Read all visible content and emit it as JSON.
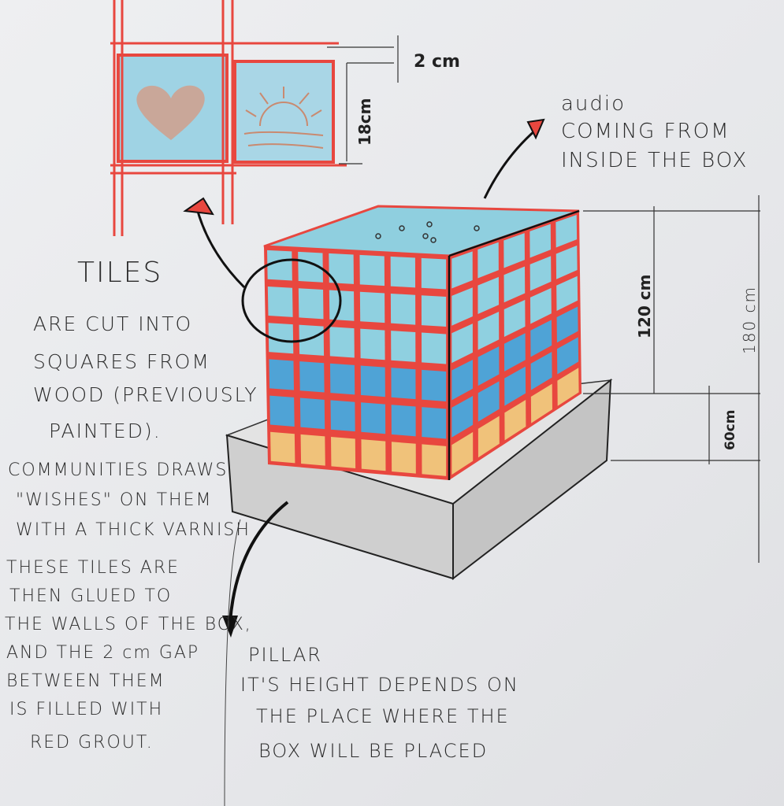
{
  "dimensions": {
    "gap": "2 cm",
    "tile_size": "18cm",
    "box_height": "120 cm",
    "total_height": "180 cm",
    "pillar_height": "60cm"
  },
  "audio_note": [
    "audio",
    "COMING FROM",
    "INSIDE THE BOX"
  ],
  "tiles_title": "TILES",
  "tiles_note": [
    "ARE CUT INTO",
    "SQUARES FROM",
    "WOOD (PREVIOUSLY",
    "PAINTED)."
  ],
  "wishes_note": [
    "COMMUNITIES DRAWS",
    "\"WISHES\" ON THEM",
    "WITH A THICK VARNISH"
  ],
  "glue_note": [
    "THESE TILES ARE",
    "THEN GLUED TO",
    "THE WALLS OF THE BOX,",
    "AND THE 2 cm GAP",
    "BETWEEN THEM",
    "IS FILLED WITH",
    "RED GROUT."
  ],
  "pillar_title": "PILLAR",
  "pillar_note": [
    "IT'S HEIGHT DEPENDS ON",
    "THE PLACE WHERE THE",
    "BOX WILL BE PLACED"
  ],
  "colors": {
    "grout": "#e8473f",
    "sky": "#8fd0e0",
    "blue": "#4fa3d6",
    "yellow": "#f0c27a",
    "pillar": "#cfcfcf"
  }
}
